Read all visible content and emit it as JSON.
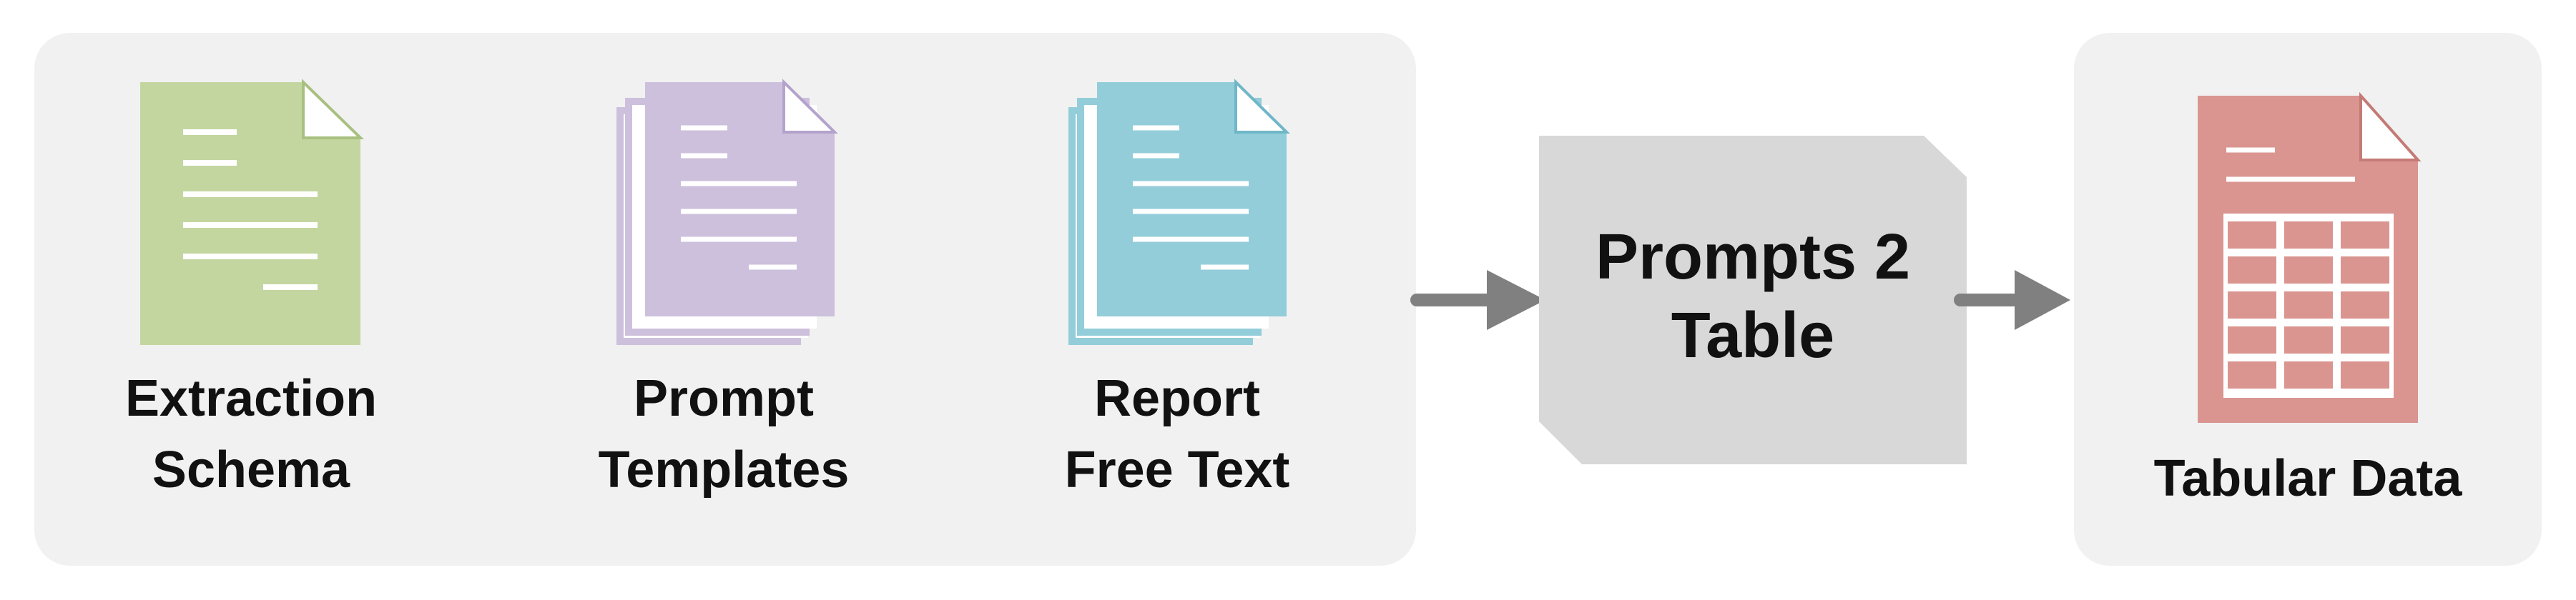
{
  "inputs": {
    "schema": {
      "line1": "Extraction",
      "line2": "Schema",
      "color": "#c4d6a0",
      "fold_edge": "#a8c080"
    },
    "templates": {
      "line1": "Prompt",
      "line2": "Templates",
      "color": "#cdc0dc",
      "fold_edge": "#b3a3cc"
    },
    "report": {
      "line1": "Report",
      "line2": "Free Text",
      "color": "#93cdda",
      "fold_edge": "#6fb7c8"
    }
  },
  "process": {
    "line1": "Prompts 2",
    "line2": "Table",
    "color": "#d8d8d8"
  },
  "output": {
    "label": "Tabular Data",
    "color": "#da9590"
  },
  "colors": {
    "panel": "#f1f1f1",
    "arrow": "#808080",
    "text": "#111111"
  },
  "icons": [
    "document-icon",
    "document-stack-icon",
    "table-document-icon",
    "arrow-right-icon"
  ]
}
